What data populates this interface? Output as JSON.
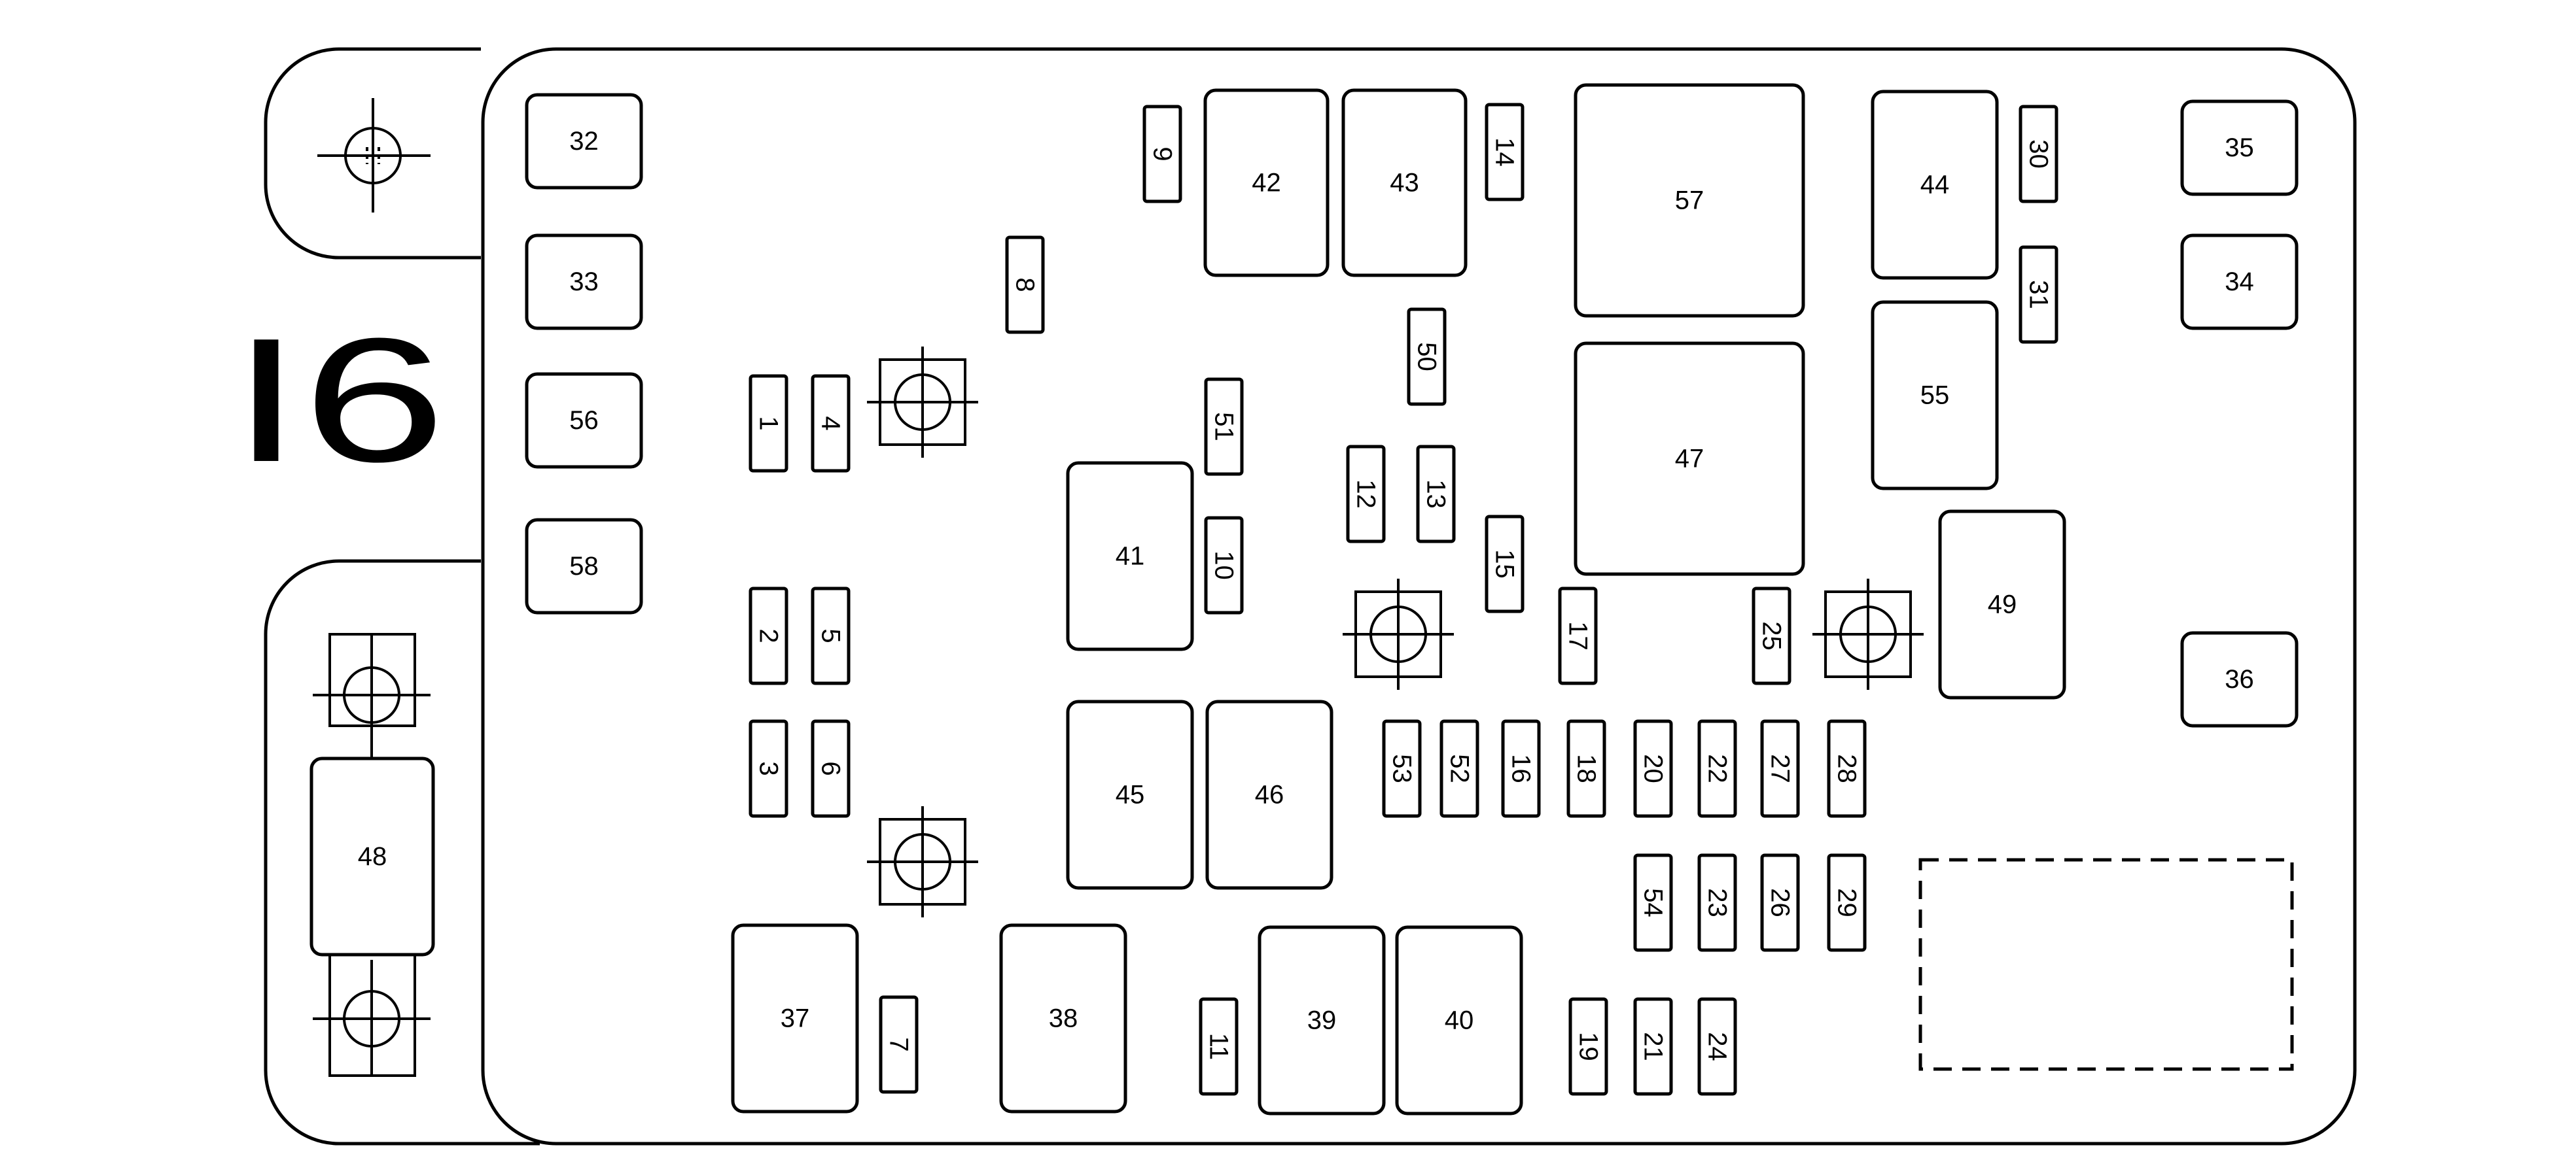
{
  "diagram": {
    "title": "I6",
    "colors": {
      "stroke": "#000000",
      "fill": "#ffffff",
      "background": "#ffffff"
    },
    "components": [
      {
        "id": "c32",
        "label": "32",
        "kind": "relay-mini"
      },
      {
        "id": "c33",
        "label": "33",
        "kind": "relay-mini"
      },
      {
        "id": "c56",
        "label": "56",
        "kind": "relay-mini"
      },
      {
        "id": "c58",
        "label": "58",
        "kind": "relay-mini"
      },
      {
        "id": "c35",
        "label": "35",
        "kind": "relay-mini"
      },
      {
        "id": "c34",
        "label": "34",
        "kind": "relay-mini"
      },
      {
        "id": "c36",
        "label": "36",
        "kind": "relay-mini"
      },
      {
        "id": "c42",
        "label": "42",
        "kind": "relay"
      },
      {
        "id": "c43",
        "label": "43",
        "kind": "relay"
      },
      {
        "id": "c57",
        "label": "57",
        "kind": "relay-large"
      },
      {
        "id": "c47",
        "label": "47",
        "kind": "relay-large"
      },
      {
        "id": "c44",
        "label": "44",
        "kind": "relay"
      },
      {
        "id": "c55",
        "label": "55",
        "kind": "relay"
      },
      {
        "id": "c49",
        "label": "49",
        "kind": "relay"
      },
      {
        "id": "c41",
        "label": "41",
        "kind": "relay"
      },
      {
        "id": "c45",
        "label": "45",
        "kind": "relay"
      },
      {
        "id": "c46",
        "label": "46",
        "kind": "relay"
      },
      {
        "id": "c37",
        "label": "37",
        "kind": "relay"
      },
      {
        "id": "c38",
        "label": "38",
        "kind": "relay"
      },
      {
        "id": "c39",
        "label": "39",
        "kind": "relay"
      },
      {
        "id": "c40",
        "label": "40",
        "kind": "relay"
      },
      {
        "id": "c48",
        "label": "48",
        "kind": "mega-fuse"
      },
      {
        "id": "f1",
        "label": "1",
        "kind": "fuse"
      },
      {
        "id": "f2",
        "label": "2",
        "kind": "fuse"
      },
      {
        "id": "f3",
        "label": "3",
        "kind": "fuse"
      },
      {
        "id": "f4",
        "label": "4",
        "kind": "fuse"
      },
      {
        "id": "f5",
        "label": "5",
        "kind": "fuse"
      },
      {
        "id": "f6",
        "label": "6",
        "kind": "fuse"
      },
      {
        "id": "f7",
        "label": "7",
        "kind": "fuse"
      },
      {
        "id": "f8",
        "label": "8",
        "kind": "fuse"
      },
      {
        "id": "f9",
        "label": "9",
        "kind": "fuse"
      },
      {
        "id": "f10",
        "label": "10",
        "kind": "fuse"
      },
      {
        "id": "f11",
        "label": "11",
        "kind": "fuse"
      },
      {
        "id": "f12",
        "label": "12",
        "kind": "fuse"
      },
      {
        "id": "f13",
        "label": "13",
        "kind": "fuse"
      },
      {
        "id": "f14",
        "label": "14",
        "kind": "fuse"
      },
      {
        "id": "f15",
        "label": "15",
        "kind": "fuse"
      },
      {
        "id": "f16",
        "label": "16",
        "kind": "fuse"
      },
      {
        "id": "f17",
        "label": "17",
        "kind": "fuse"
      },
      {
        "id": "f18",
        "label": "18",
        "kind": "fuse"
      },
      {
        "id": "f19",
        "label": "19",
        "kind": "fuse"
      },
      {
        "id": "f20",
        "label": "20",
        "kind": "fuse"
      },
      {
        "id": "f21",
        "label": "21",
        "kind": "fuse"
      },
      {
        "id": "f22",
        "label": "22",
        "kind": "fuse"
      },
      {
        "id": "f23",
        "label": "23",
        "kind": "fuse"
      },
      {
        "id": "f24",
        "label": "24",
        "kind": "fuse"
      },
      {
        "id": "f25",
        "label": "25",
        "kind": "fuse"
      },
      {
        "id": "f26",
        "label": "26",
        "kind": "fuse"
      },
      {
        "id": "f27",
        "label": "27",
        "kind": "fuse"
      },
      {
        "id": "f28",
        "label": "28",
        "kind": "fuse"
      },
      {
        "id": "f29",
        "label": "29",
        "kind": "fuse"
      },
      {
        "id": "f30",
        "label": "30",
        "kind": "fuse"
      },
      {
        "id": "f31",
        "label": "31",
        "kind": "fuse"
      },
      {
        "id": "f50",
        "label": "50",
        "kind": "fuse"
      },
      {
        "id": "f51",
        "label": "51",
        "kind": "fuse"
      },
      {
        "id": "f52",
        "label": "52",
        "kind": "fuse"
      },
      {
        "id": "f53",
        "label": "53",
        "kind": "fuse"
      },
      {
        "id": "f54",
        "label": "54",
        "kind": "fuse"
      }
    ]
  }
}
